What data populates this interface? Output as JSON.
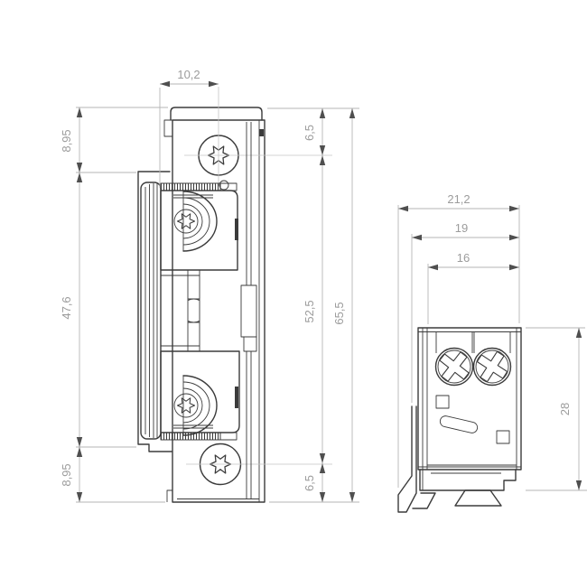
{
  "drawing": {
    "type": "technical-dimension-drawing",
    "subject": "electric-strike-lock",
    "colors": {
      "background": "#ffffff",
      "outline": "#3b3b3b",
      "dimension_line": "#b6b6b6",
      "dimension_text": "#9c9c9c",
      "arrow": "#4f4f4f"
    },
    "front_view": {
      "dims": {
        "top_width": "10,2",
        "left_top": "8,95",
        "left_middle": "47,6",
        "left_bottom": "8,95",
        "right_top": "6,5",
        "right_middle": "52,5",
        "right_bottom": "6,5",
        "right_overall": "65,5"
      }
    },
    "side_view": {
      "dims": {
        "width_overall": "21,2",
        "width_mid": "19",
        "width_inner": "16",
        "height": "28"
      }
    }
  }
}
